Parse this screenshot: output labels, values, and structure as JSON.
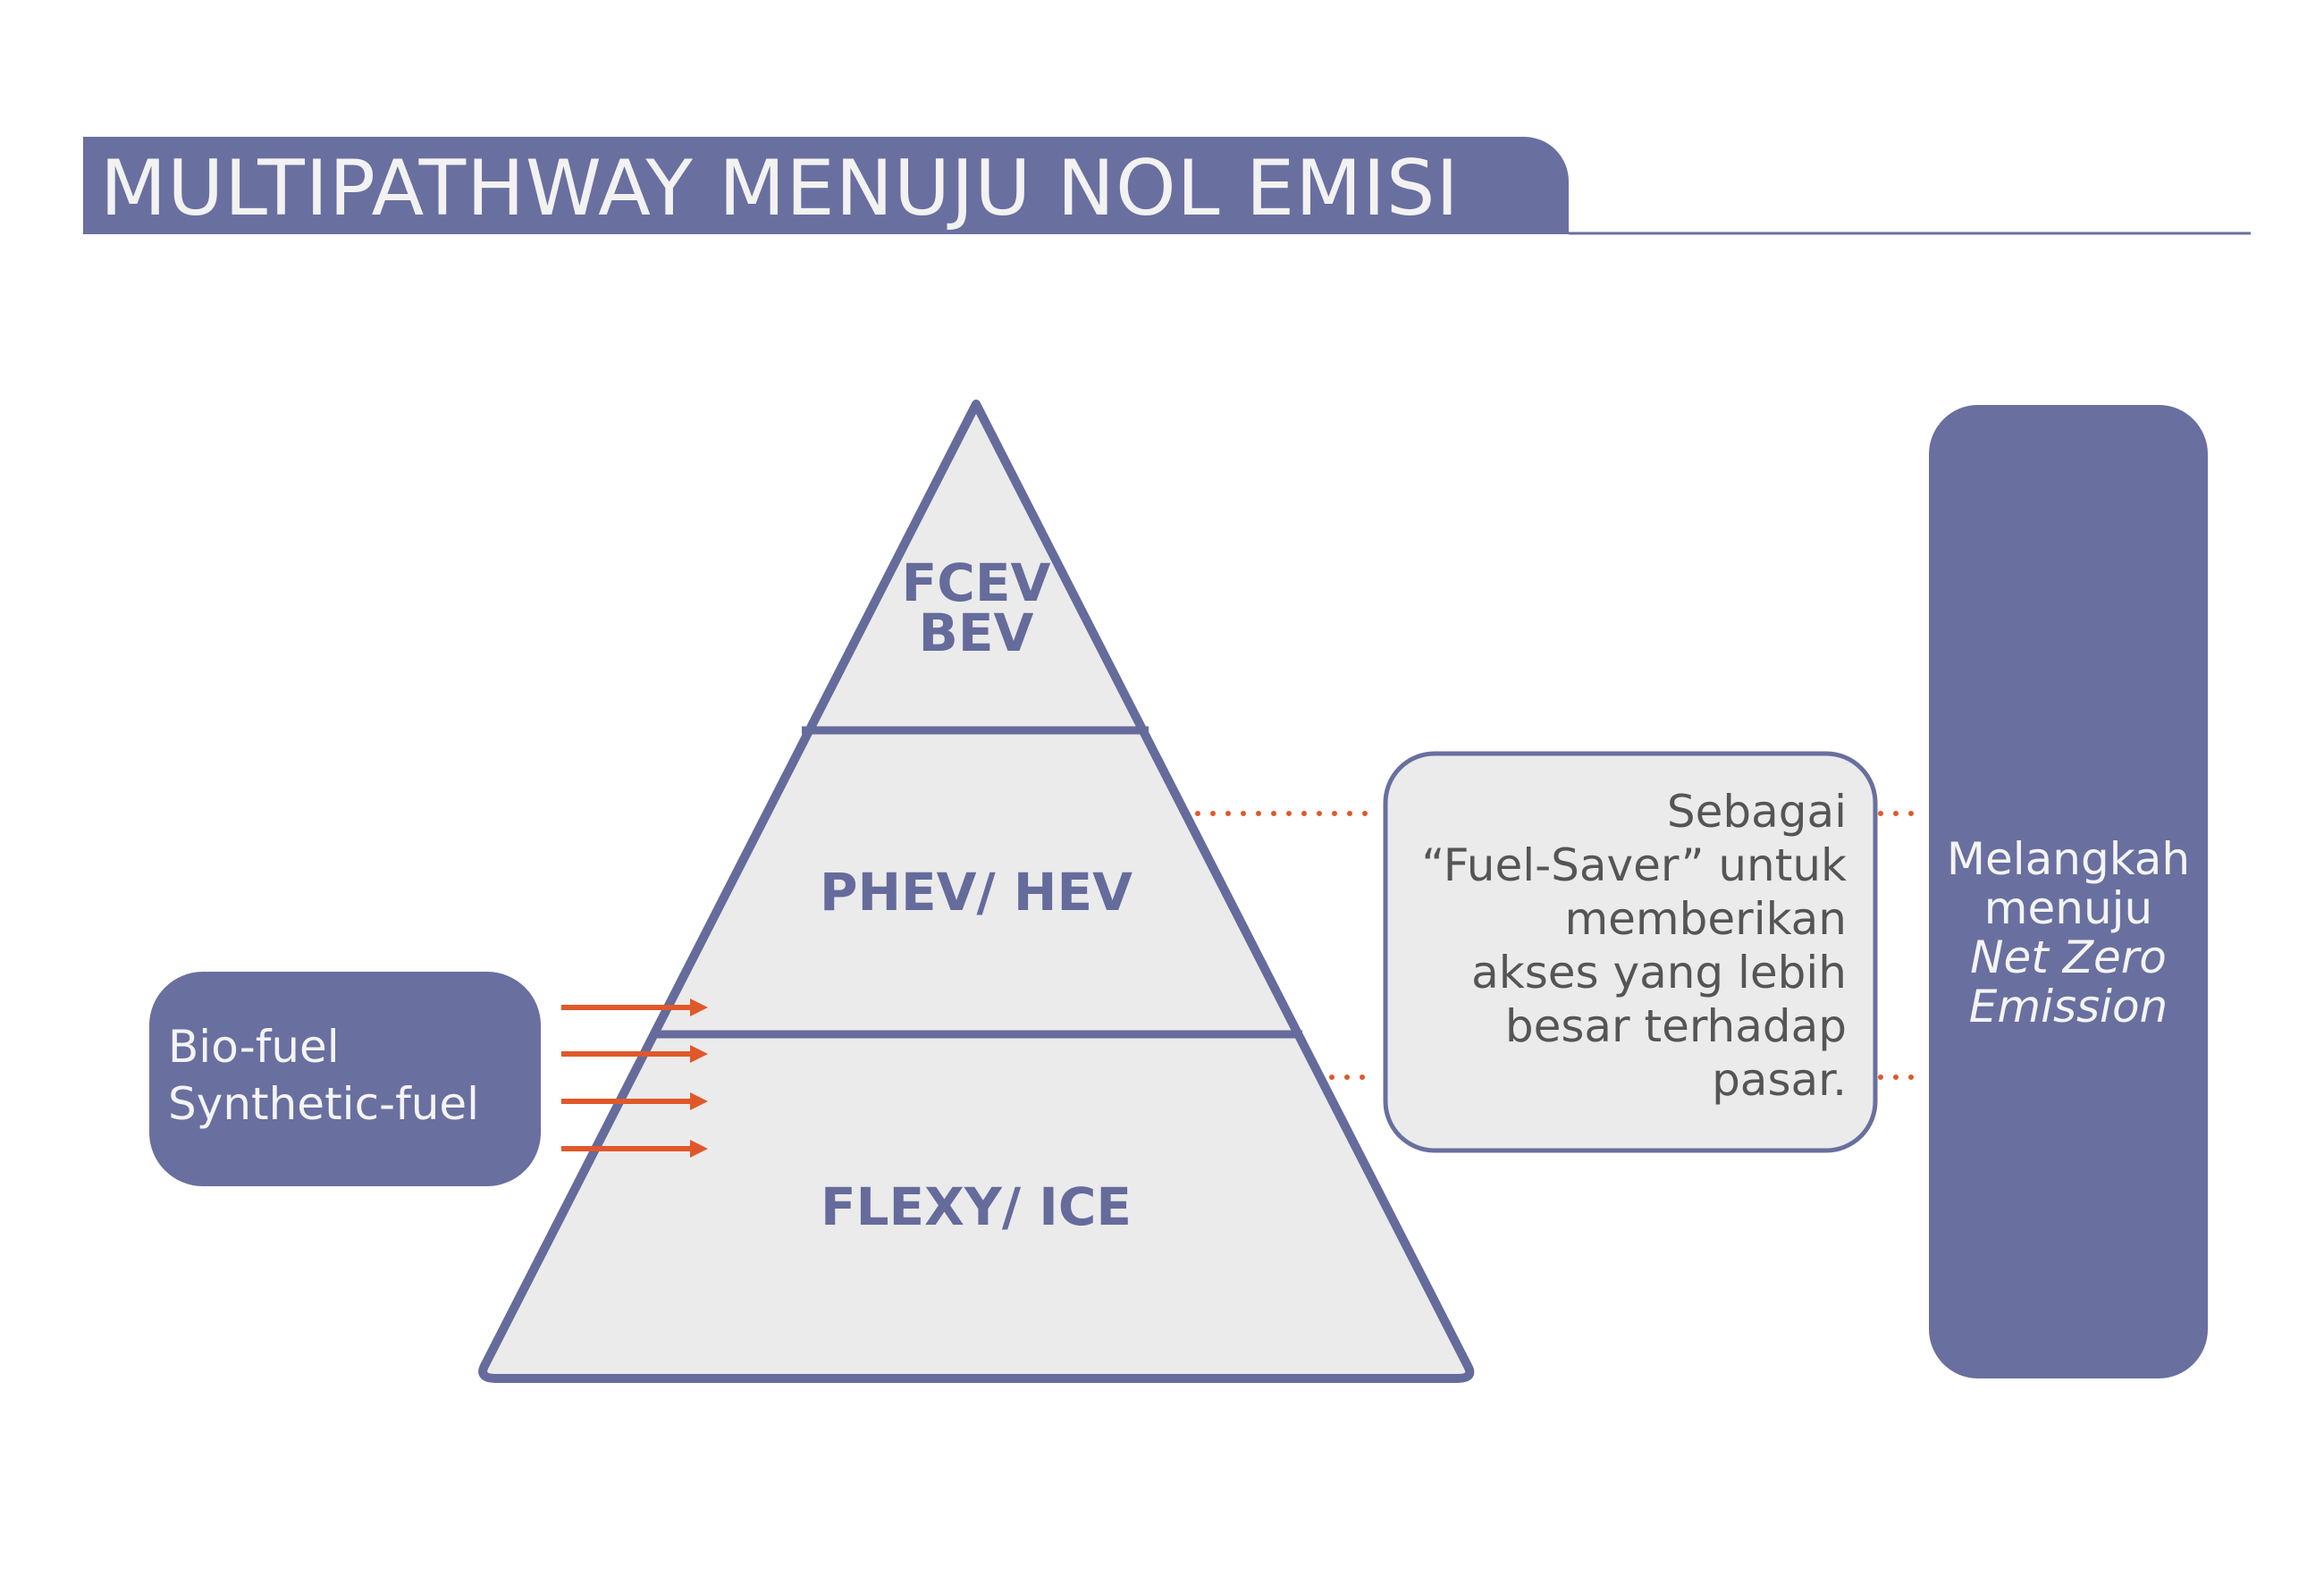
{
  "title": "MULTIPATHWAY MENUJU NOL EMISI",
  "pyramid": {
    "top": [
      "FCEV",
      "BEV"
    ],
    "middle": "PHEV/ HEV",
    "bottom": "FLEXY/ ICE"
  },
  "fuel_box": [
    "Bio-fuel",
    "Synthetic-fuel"
  ],
  "fuel_saver_box": [
    "Sebagai",
    "“Fuel-Saver” untuk",
    "memberikan",
    "akses yang lebih",
    "besar terhadap",
    "pasar."
  ],
  "goal_box": {
    "line1": "Melangkah",
    "line2": "menuju",
    "line3": "Net Zero",
    "line4": "Emission"
  },
  "colors": {
    "primary": "#696f9f",
    "fill": "#ebebeb",
    "arrow": "#e0582a",
    "text": "#555555"
  }
}
